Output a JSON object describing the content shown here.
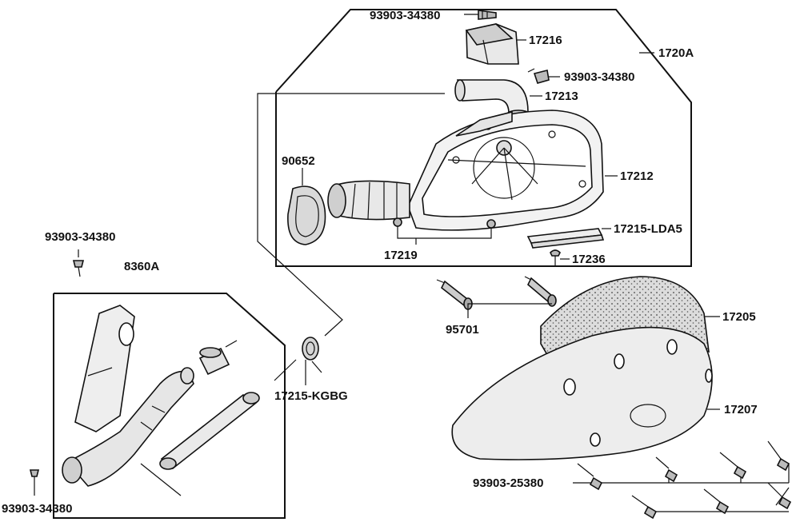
{
  "diagram": {
    "labels": {
      "l_93903_34380_top": "93903-34380",
      "l_17216": "17216",
      "l_1720A": "1720A",
      "l_93903_34380_mid": "93903-34380",
      "l_17213": "17213",
      "l_90652": "90652",
      "l_17212": "17212",
      "l_17215_LDA5": "17215-LDA5",
      "l_17219": "17219",
      "l_17236": "17236",
      "l_93903_34380_left": "93903-34380",
      "l_8360A": "8360A",
      "l_95701": "95701",
      "l_17205": "17205",
      "l_17215_KGBG": "17215-KGBG",
      "l_17207": "17207",
      "l_93903_25380": "93903-25380",
      "l_93903_34380_bottom": "93903-34380"
    }
  }
}
